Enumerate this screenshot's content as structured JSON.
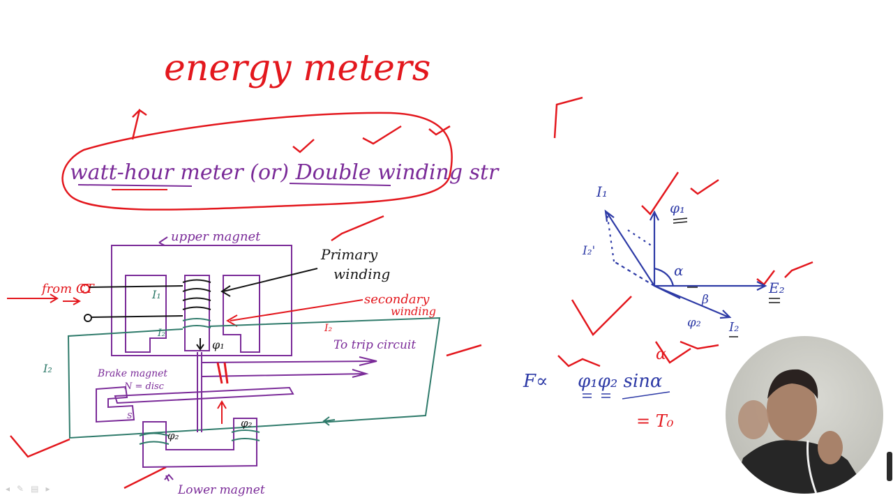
{
  "title": "energy meters",
  "headline": "watt-hour meter (or) Double winding str",
  "labels": {
    "upper_magnet": "upper magnet",
    "primary_winding_1": "Primary",
    "primary_winding_2": "winding",
    "secondary_winding_1": "secondary",
    "secondary_winding_2": "winding",
    "from_ct": "from CT",
    "to_trip": "To trip circuit",
    "brake_magnet": "Brake magnet",
    "disc": "N = disc",
    "s_pole": "S",
    "lower_magnet": "Lower magnet",
    "i1": "I₁",
    "i2_left": "I₂",
    "i2_inner": "I₂",
    "i2_top": "I₂",
    "phi1": "φ₁",
    "phi2_left": "φ₂",
    "phi2_right": "φ₂"
  },
  "phasor": {
    "i1": "I₁",
    "i2_prime": "I₂'",
    "phi1": "φ₁",
    "alpha": "α",
    "e2": "E₂",
    "beta": "β",
    "phi2": "φ₂",
    "i2": "I₂",
    "delta": "α"
  },
  "formula": {
    "lhs": "F∝",
    "rhs": "φ₁φ₂ sinα",
    "torque": "= T₀"
  },
  "colors": {
    "red": "#e3171d",
    "purple": "#7a2a98",
    "blue": "#2d3aa6",
    "green": "#2e7a6a",
    "black": "#141414"
  },
  "toolbar": {
    "prev_icon": "◂",
    "pen_icon": "✎",
    "menu_icon": "▤",
    "next_icon": "▸"
  }
}
